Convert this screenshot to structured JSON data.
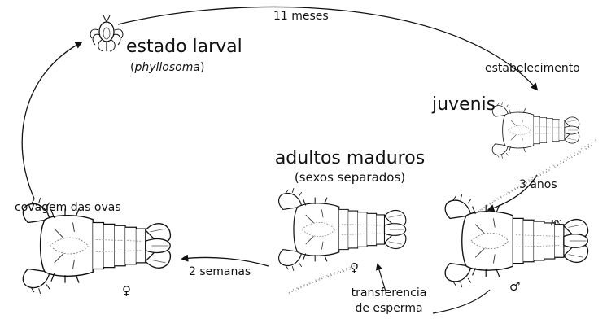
{
  "labels": {
    "larval_title": "estado larval",
    "larval_sub_open": "(",
    "larval_sub_italic": "phyllosoma",
    "larval_sub_close": ")",
    "eleven_months": "11 meses",
    "settlement": "estabelecimento",
    "juveniles": "juvenis",
    "three_years": "3 anos",
    "adults_title": "adultos maduros",
    "adults_sub": "(sexos separados)",
    "egg_hatching": "covagem das ovas",
    "two_weeks": "2 semanas",
    "sperm_transfer_1": "transferencia",
    "sperm_transfer_2": "de esperma",
    "artist_signature": "MK"
  },
  "symbols": {
    "female_left": "♀",
    "female_center": "♀",
    "male_right": "♂"
  },
  "colors": {
    "ink": "#111111",
    "background": "#ffffff"
  }
}
